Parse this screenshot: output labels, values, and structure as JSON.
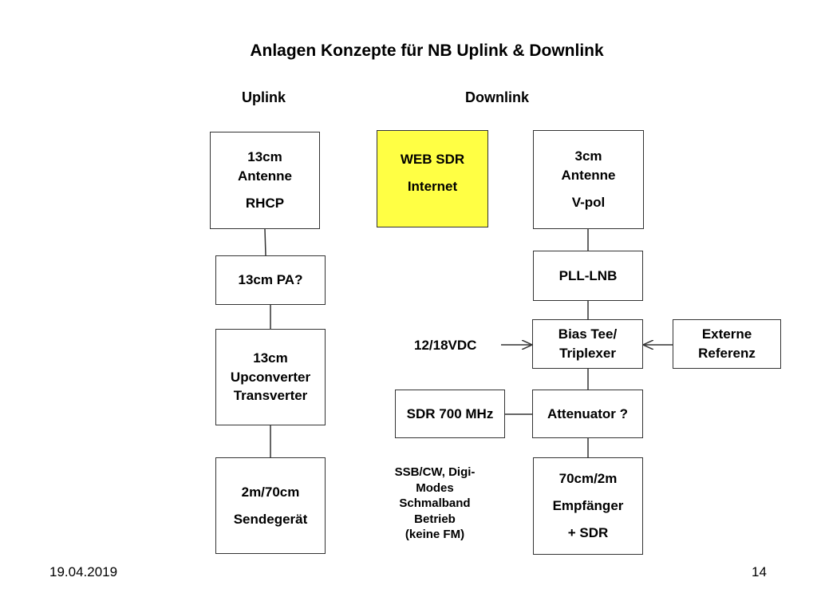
{
  "title": "Anlagen Konzepte  für NB Uplink & Downlink",
  "headers": {
    "uplink": "Uplink",
    "downlink": "Downlink"
  },
  "uplink": {
    "antenna": {
      "line1": "13cm",
      "line2": "Antenne",
      "line3": "RHCP"
    },
    "pa": "13cm PA?",
    "converter": {
      "line1": "13cm",
      "line2": "Upconverter",
      "line3": "Transverter"
    },
    "transmitter": {
      "line1": "2m/70cm",
      "line2": "Sendegerät"
    }
  },
  "downlink": {
    "websdr": {
      "line1": "WEB SDR",
      "line2": "Internet"
    },
    "antenna": {
      "line1": "3cm",
      "line2": "Antenne",
      "line3": "V-pol"
    },
    "lnb": "PLL-LNB",
    "bias_tee": {
      "line1": "Bias Tee/",
      "line2": "Triplexer"
    },
    "ext_ref": {
      "line1": "Externe",
      "line2": "Referenz"
    },
    "power": "12/18VDC",
    "sdr": "SDR 700 MHz",
    "attenuator": "Attenuator ?",
    "receiver": {
      "line1": "70cm/2m",
      "line2": "Empfänger",
      "line3": "+ SDR"
    },
    "note": {
      "line1": "SSB/CW, Digi-",
      "line2": "Modes",
      "line3": "Schmalband",
      "line4": "Betrieb",
      "line5": "(keine FM)"
    }
  },
  "footer": {
    "date": "19.04.2019",
    "page": "14"
  }
}
